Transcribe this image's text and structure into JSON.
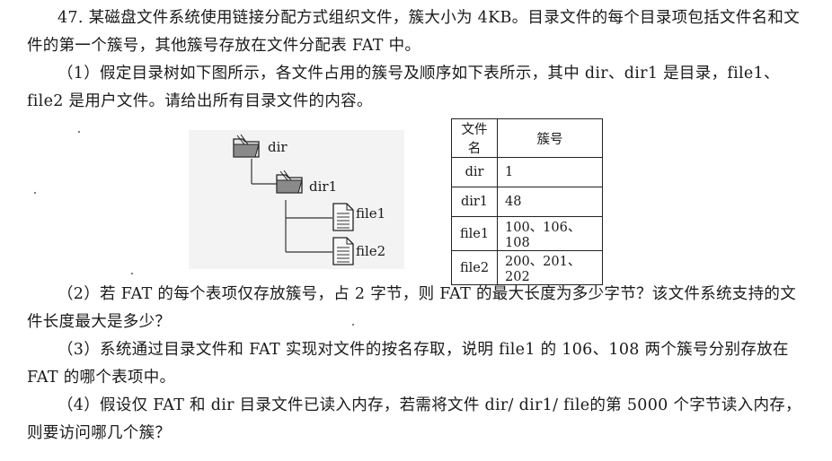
{
  "question": {
    "intro": "47. 某磁盘文件系统使用链接分配方式组织文件，簇大小为 4KB。目录文件的每个目录项包括文件名和文件的第一个簇号，其他簇号存放在文件分配表 FAT 中。",
    "part1": "（1）假定目录树如下图所示，各文件占用的簇号及顺序如下表所示，其中 dir、dir1 是目录，file1、file2 是用户文件。请给出所有目录文件的内容。",
    "part2": "（2）若 FAT 的每个表项仅存放簇号，占 2 字节，则 FAT 的最大长度为多少字节？该文件系统支持的文件长度最大是多少？",
    "part3": "（3）系统通过目录文件和 FAT 实现对文件的按名存取，说明 file1 的 106、108 两个簇号分别存放在 FAT 的哪个表项中。",
    "part4": "（4）假设仅 FAT 和 dir 目录文件已读入内存，若需将文件 dir/ dir1/ file的第 5000 个字节读入内存，则要访问哪几个簇？"
  },
  "tree": {
    "nodes": [
      {
        "label": "dir",
        "icon": "folder-icon"
      },
      {
        "label": "dir1",
        "icon": "folder-icon"
      },
      {
        "label": "file1",
        "icon": "document-icon"
      },
      {
        "label": "file2",
        "icon": "document-icon"
      }
    ]
  },
  "table": {
    "headers": [
      "文件名",
      "簇号"
    ],
    "rows": [
      [
        "dir",
        "1"
      ],
      [
        "dir1",
        "48"
      ],
      [
        "file1",
        "100、106、108"
      ],
      [
        "file2",
        "200、201、202"
      ]
    ]
  }
}
